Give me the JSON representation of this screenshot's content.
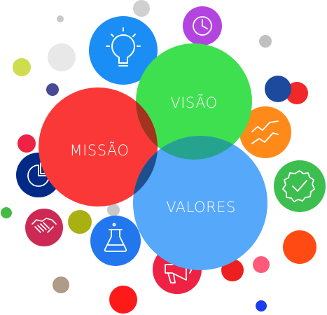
{
  "diagram": {
    "labels": {
      "missao": "MISSÃO",
      "visao": "VISÃO",
      "valores": "VALORES"
    },
    "colors": {
      "missao": "#fb3838",
      "visao": "#3fe04f",
      "valores": "#56a8fb",
      "missao_visao_overlap": "#a3331f",
      "visao_valores_overlap": "#26a38e",
      "missao_valores_overlap": "#1f4f8f",
      "lightbulb": "#1a8ef5",
      "clock": "#b444e0",
      "chart_trend": "#ff8a1a",
      "badge_check": "#3cbf4f",
      "pie_chart": "#002a85",
      "handshake": "#cc2a55",
      "flask": "#2277ee",
      "megaphone": "#ee2244"
    },
    "icons": [
      "lightbulb-icon",
      "clock-icon",
      "trend-chart-icon",
      "check-badge-icon",
      "pie-chart-icon",
      "handshake-icon",
      "flask-icon",
      "megaphone-icon"
    ]
  }
}
